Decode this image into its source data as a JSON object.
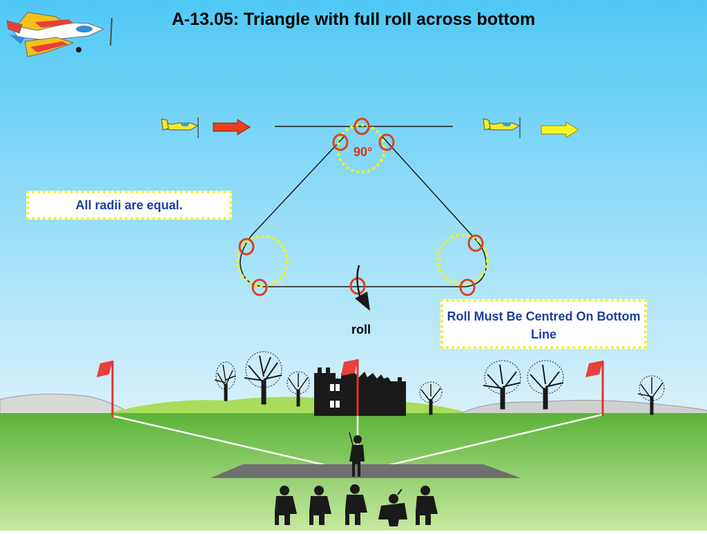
{
  "title": "A-13.05: Triangle with full roll across bottom",
  "notes": {
    "radii": "All radii are equal.",
    "roll_centred": "Roll Must Be Centred On Bottom Line"
  },
  "labels": {
    "angle": "90°",
    "roll": "roll"
  },
  "colors": {
    "sky_top": "#4fc8f5",
    "sky_bottom": "#d9f1fb",
    "grass_top": "#5cb33a",
    "grass_bottom": "#c6e9a0",
    "entry_arrow": "#e8401c",
    "exit_arrow": "#f7f520",
    "roll_marker": "#e0401c",
    "radius_circle": "#f2f21a",
    "note_text": "#1a3f9e",
    "angle_text": "#d8351f",
    "flag": "#e8403a"
  }
}
